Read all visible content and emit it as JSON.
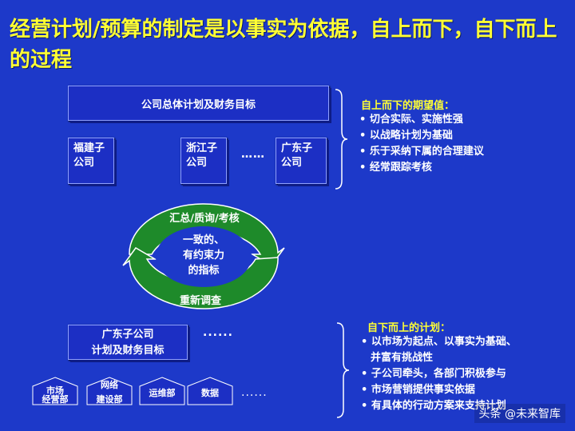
{
  "title": "经营计划/预算的制定是以事实为依据，自上而下，自下而上的过程",
  "top_box": "公司总体计划及财务目标",
  "subsidiaries": [
    {
      "line1": "福建子",
      "line2": "公司"
    },
    {
      "line1": "浙江子",
      "line2": "公司"
    },
    {
      "line1": "广东子",
      "line2": "公司"
    }
  ],
  "ellipsis": "……",
  "ellipsis_dots": "......",
  "cycle": {
    "top": "汇总/质询/考核",
    "center_lines": [
      "一致的、",
      "有约束力",
      "的指标"
    ],
    "bottom": "重新调查"
  },
  "gd_box": {
    "line1": "广东子公司",
    "line2": "计划及财务目标"
  },
  "departments": [
    {
      "line1": "市场",
      "line2": "经营部"
    },
    {
      "line1": "网络",
      "line2": "建设部"
    },
    {
      "line1": "运维部",
      "line2": ""
    },
    {
      "line1": "数据",
      "line2": ""
    }
  ],
  "top_down": {
    "title": "自上而下的期望值：",
    "items": [
      "切合实际、实施性强",
      "以战略计划为基础",
      "乐于采纳下属的合理建议",
      "经常跟踪考核"
    ]
  },
  "bottom_up": {
    "title": "自下而上的计划：",
    "items": [
      "以市场为起点、以事实为基础、",
      "并富有挑战性",
      "子公司牵头，各部门积极参与",
      "市场营销提供事实依据",
      "有具体的行动方案来支持计划"
    ]
  },
  "watermark": "头条 @未来智库",
  "colors": {
    "background": "#1d39c9",
    "title": "#ffff33",
    "cycle_green": "#1e8a2a"
  }
}
